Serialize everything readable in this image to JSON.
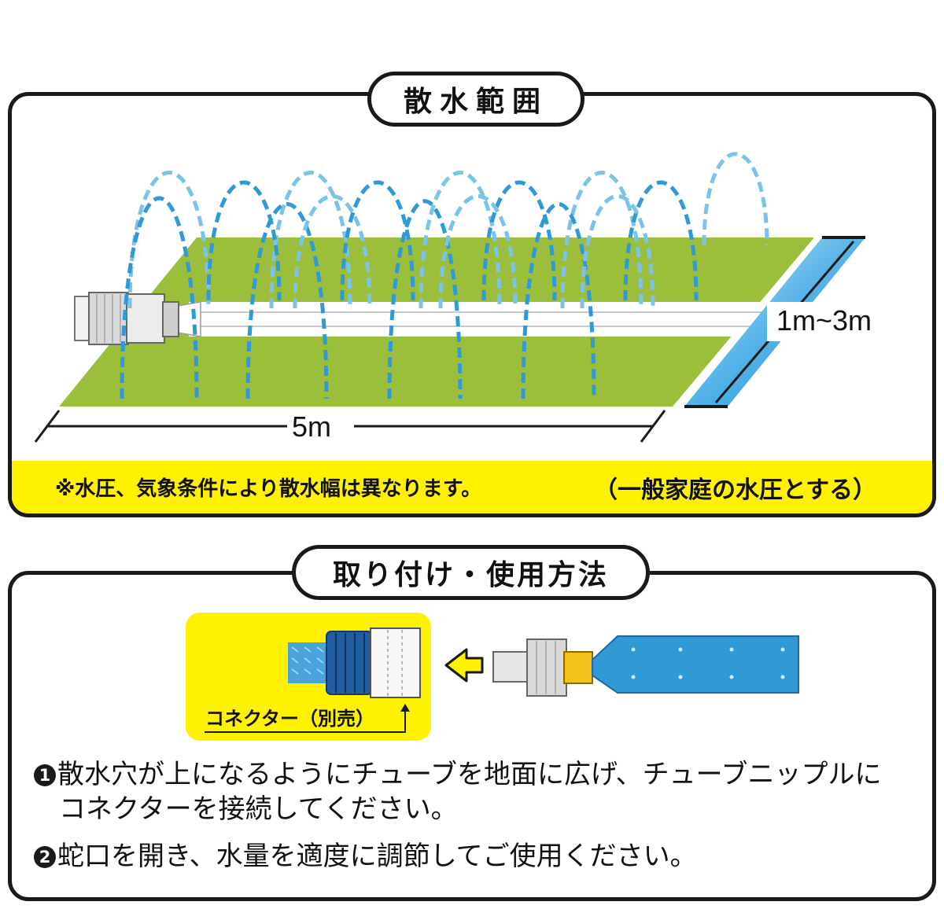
{
  "range_section": {
    "title": "散水範囲",
    "width_label": "1m~3m",
    "length_label": "5m",
    "note": "※水圧、気象条件により散水幅は異なります。",
    "note_paren": "（一般家庭の水圧とする）"
  },
  "usage_section": {
    "title": "取り付け・使用方法",
    "connector_label": "コネクター（別売）",
    "steps": [
      {
        "badge": "1",
        "line1": "散水穴が上になるようにチューブを地面に広げ、チューブニップルに",
        "line2": "コネクターを接続してください。"
      },
      {
        "badge": "2",
        "line1": "蛇口を開き、水量を適度に調節してご使用ください。"
      }
    ]
  },
  "colors": {
    "grass": "#9bbf3a",
    "water": "#2f9ad6",
    "water_light": "#7cc3ea",
    "band": "#fff200",
    "hose": "#2f9ad6"
  }
}
